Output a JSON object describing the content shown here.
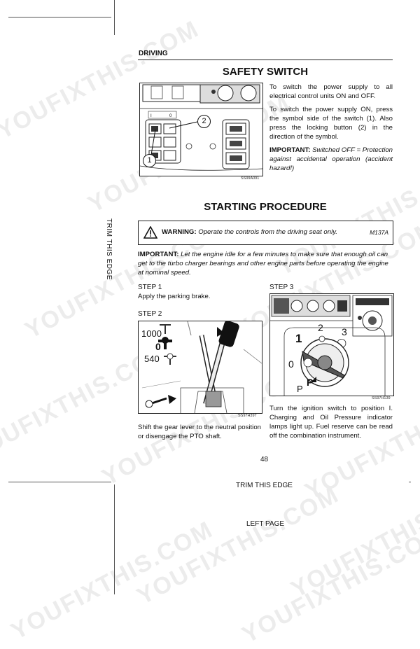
{
  "header": {
    "section": "DRIVING"
  },
  "safety_switch": {
    "title": "SAFETY SWITCH",
    "para1": "To switch the power supply to all electrical control units ON and OFF.",
    "para2": "To switch the power supply ON, press the symbol side of the switch (1). Also press the locking button (2) in the direction of the symbol.",
    "important_label": "IMPORTANT:",
    "important_text": "Switched OFF = Protection against accidental operation (accident hazard!)",
    "figure_code": "SS99A091",
    "callout_1": "1",
    "callout_2": "2"
  },
  "starting_procedure": {
    "title": "STARTING PROCEDURE",
    "warning_label": "WARNING:",
    "warning_text": "Operate the controls from the driving seat only.",
    "warning_code": "M137A",
    "important_label": "IMPORTANT:",
    "important_text": "Let the engine idle for a few minutes to make sure that enough oil can get to the turbo charger bearings and other engine parts before operating the engine at nominal speed.",
    "step1_label": "STEP 1",
    "step1_text": "Apply the parking brake.",
    "step2_label": "STEP 2",
    "step2_text": "Shift the gear lever to the neutral position or disengage the PTO shaft.",
    "step2_figure_code": "SS97H397",
    "pto_1000": "1000",
    "pto_0": "0",
    "pto_540": "540",
    "step3_label": "STEP 3",
    "step3_text": "Turn the ignition switch to position I. Charging and Oil Pressure indicator lamps light up. Fuel reserve can be read off the combination instrument.",
    "step3_figure_code": "SS97H139",
    "ign_1": "1",
    "ign_2": "2",
    "ign_3": "3",
    "ign_0": "0",
    "ign_p": "P",
    "ign_key_p": "P"
  },
  "footer": {
    "page_number": "48",
    "trim_bottom": "TRIM THIS EDGE",
    "left_page": "LEFT PAGE",
    "trim_side": "TRIM THIS EDGE"
  },
  "watermark": "YOUFIXTHIS.COM"
}
